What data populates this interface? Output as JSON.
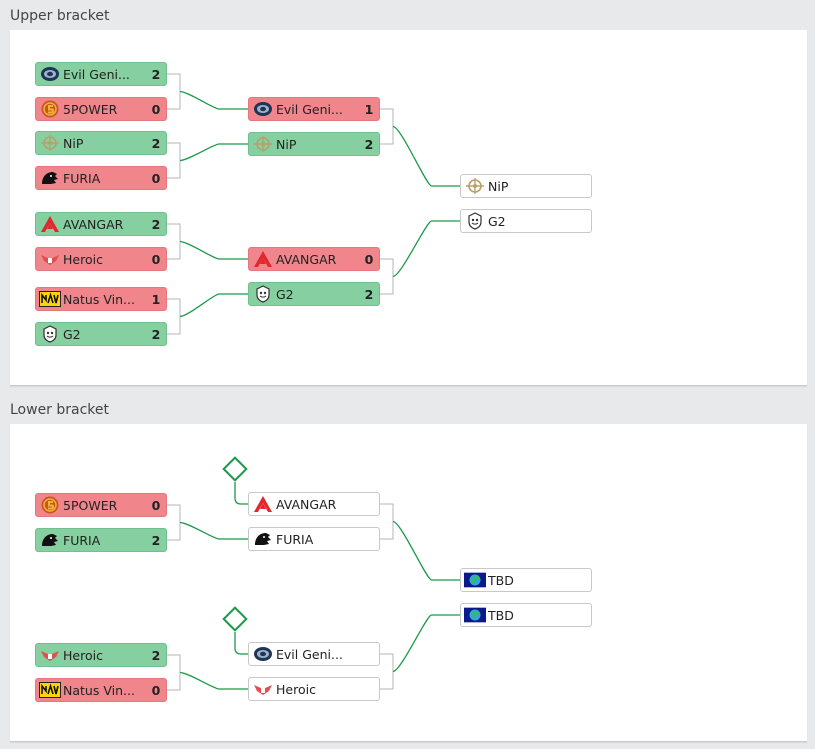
{
  "upper_bracket": {
    "title": "Upper bracket",
    "rounds": [
      {
        "matches": [
          {
            "teams": [
              {
                "name": "Evil Geni...",
                "score": "2",
                "result": "win",
                "logo": "evil-geniuses-logo"
              },
              {
                "name": "5POWER",
                "score": "0",
                "result": "lose",
                "logo": "5power-logo"
              }
            ]
          },
          {
            "teams": [
              {
                "name": "NiP",
                "score": "2",
                "result": "win",
                "logo": "nip-logo"
              },
              {
                "name": "FURIA",
                "score": "0",
                "result": "lose",
                "logo": "furia-logo"
              }
            ]
          },
          {
            "teams": [
              {
                "name": "AVANGAR",
                "score": "2",
                "result": "win",
                "logo": "avangar-logo"
              },
              {
                "name": "Heroic",
                "score": "0",
                "result": "lose",
                "logo": "heroic-logo"
              }
            ]
          },
          {
            "teams": [
              {
                "name": "Natus Vin...",
                "score": "1",
                "result": "lose",
                "logo": "navi-logo"
              },
              {
                "name": "G2",
                "score": "2",
                "result": "win",
                "logo": "g2-logo"
              }
            ]
          }
        ]
      },
      {
        "matches": [
          {
            "teams": [
              {
                "name": "Evil Geni...",
                "score": "1",
                "result": "lose",
                "logo": "evil-geniuses-logo"
              },
              {
                "name": "NiP",
                "score": "2",
                "result": "win",
                "logo": "nip-logo"
              }
            ]
          },
          {
            "teams": [
              {
                "name": "AVANGAR",
                "score": "0",
                "result": "lose",
                "logo": "avangar-logo"
              },
              {
                "name": "G2",
                "score": "2",
                "result": "win",
                "logo": "g2-logo"
              }
            ]
          }
        ]
      },
      {
        "matches": [
          {
            "teams": [
              {
                "name": "NiP",
                "score": "",
                "result": "none",
                "logo": "nip-logo"
              },
              {
                "name": "G2",
                "score": "",
                "result": "none",
                "logo": "g2-logo"
              }
            ]
          }
        ]
      }
    ]
  },
  "lower_bracket": {
    "title": "Lower bracket",
    "rounds": [
      {
        "matches": [
          {
            "teams": [
              {
                "name": "5POWER",
                "score": "0",
                "result": "lose",
                "logo": "5power-logo"
              },
              {
                "name": "FURIA",
                "score": "2",
                "result": "win",
                "logo": "furia-logo"
              }
            ]
          },
          {
            "teams": [
              {
                "name": "Heroic",
                "score": "2",
                "result": "win",
                "logo": "heroic-logo"
              },
              {
                "name": "Natus Vin...",
                "score": "0",
                "result": "lose",
                "logo": "navi-logo"
              }
            ]
          }
        ]
      },
      {
        "matches": [
          {
            "teams": [
              {
                "name": "AVANGAR",
                "score": "",
                "result": "none",
                "logo": "avangar-logo"
              },
              {
                "name": "FURIA",
                "score": "",
                "result": "none",
                "logo": "furia-logo"
              }
            ]
          },
          {
            "teams": [
              {
                "name": "Evil Geni...",
                "score": "",
                "result": "none",
                "logo": "evil-geniuses-logo"
              },
              {
                "name": "Heroic",
                "score": "",
                "result": "none",
                "logo": "heroic-logo"
              }
            ]
          }
        ]
      },
      {
        "matches": [
          {
            "teams": [
              {
                "name": "TBD",
                "score": "",
                "result": "none",
                "logo": "tbd-globe-logo"
              },
              {
                "name": "TBD",
                "score": "",
                "result": "none",
                "logo": "tbd-globe-logo"
              }
            ]
          }
        ]
      }
    ]
  },
  "colors": {
    "win": "#86cfa0",
    "lose": "#f0868b",
    "connector": "#1a9a48",
    "bracket_line": "#b5b5b5"
  }
}
